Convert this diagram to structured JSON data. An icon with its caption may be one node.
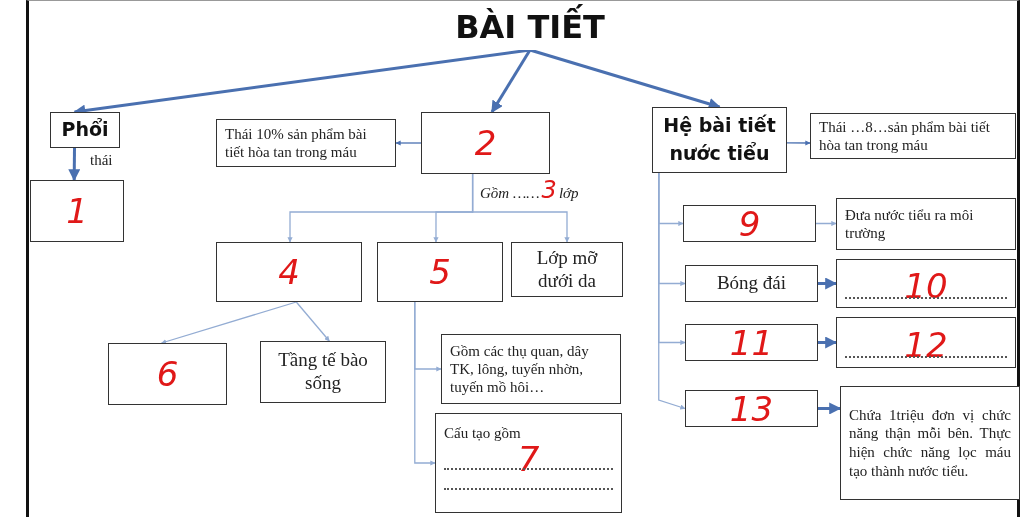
{
  "diagram": {
    "nodes": [
      {
        "text": [
          "BÀI TIẾT"
        ]
      },
      {
        "text": [
          "Phổi"
        ]
      },
      {
        "text": [
          "1"
        ]
      },
      {
        "text": [
          "Thái 10% sản phẩm bài tiết hòa tan trong máu"
        ]
      },
      {
        "text": [
          "2"
        ]
      },
      {
        "text": [
          "Hệ bài tiết nước tiểu"
        ]
      },
      {
        "text": [
          "Thái …8…sản phẩm bài tiết hòa tan trong máu"
        ]
      },
      {
        "text": [
          "4"
        ]
      },
      {
        "text": [
          "5"
        ]
      },
      {
        "text": [
          "Lớp mỡ dưới da"
        ]
      },
      {
        "text": [
          "6"
        ]
      },
      {
        "text": [
          "Tầng tế bào sống"
        ]
      },
      {
        "text": [
          "Gồm các thụ quan, dây TK, lông, tuyến nhờn, tuyến mồ hôi…"
        ]
      },
      {
        "text": [
          "Cấu tạo gồm",
          "7"
        ]
      },
      {
        "text": [
          "9"
        ]
      },
      {
        "text": [
          "Đưa nước tiểu ra môi trường"
        ]
      },
      {
        "text": [
          "Bóng đái"
        ]
      },
      {
        "text": [
          "10"
        ]
      },
      {
        "text": [
          "11"
        ]
      },
      {
        "text": [
          "12"
        ]
      },
      {
        "text": [
          "13"
        ]
      },
      {
        "text": [
          "Chứa 1triệu đơn vị chức năng thận mỗi bên. Thực hiện chức năng lọc máu tạo thành nước tiểu."
        ]
      }
    ],
    "edges": [
      {
        "from": 0,
        "to": 1,
        "arrow": "to",
        "style": "thick",
        "color": "#4a70b0"
      },
      {
        "from": 0,
        "to": 4,
        "arrow": "to",
        "style": "thick",
        "color": "#4a70b0"
      },
      {
        "from": 0,
        "to": 5,
        "arrow": "to",
        "style": "thick",
        "color": "#4a70b0"
      },
      {
        "from": 1,
        "to": 2,
        "arrow": "to",
        "label": "thái",
        "style": "thick",
        "color": "#4a70b0"
      },
      {
        "from": 4,
        "to": 3,
        "arrow": "to",
        "color": "#4a70b0"
      },
      {
        "from": 4,
        "to": 7,
        "arrow": "to"
      },
      {
        "from": 4,
        "to": 8,
        "arrow": "to"
      },
      {
        "from": 4,
        "to": 9,
        "arrow": "to"
      },
      {
        "from": 7,
        "to": 10,
        "arrow": "to"
      },
      {
        "from": 7,
        "to": 11,
        "arrow": "to"
      },
      {
        "from": 8,
        "to": 12,
        "arrow": "to"
      },
      {
        "from": 8,
        "to": 13,
        "arrow": "to"
      },
      {
        "from": 5,
        "to": 6,
        "arrow": "to",
        "color": "#4a70b0"
      },
      {
        "from": 5,
        "to": 14,
        "arrow": "to"
      },
      {
        "from": 5,
        "to": 16,
        "arrow": "to"
      },
      {
        "from": 5,
        "to": 18,
        "arrow": "to"
      },
      {
        "from": 5,
        "to": 20,
        "arrow": "to"
      },
      {
        "from": 14,
        "to": 15,
        "arrow": "to"
      },
      {
        "from": 16,
        "to": 17,
        "arrow": "to",
        "style": "thick",
        "color": "#4a70b0"
      },
      {
        "from": 18,
        "to": 19,
        "arrow": "to",
        "style": "thick",
        "color": "#4a70b0"
      },
      {
        "from": 20,
        "to": 21,
        "arrow": "to",
        "style": "thick",
        "color": "#4a70b0"
      }
    ],
    "labels": [
      "Gồm ……",
      "3",
      "lớp"
    ]
  }
}
